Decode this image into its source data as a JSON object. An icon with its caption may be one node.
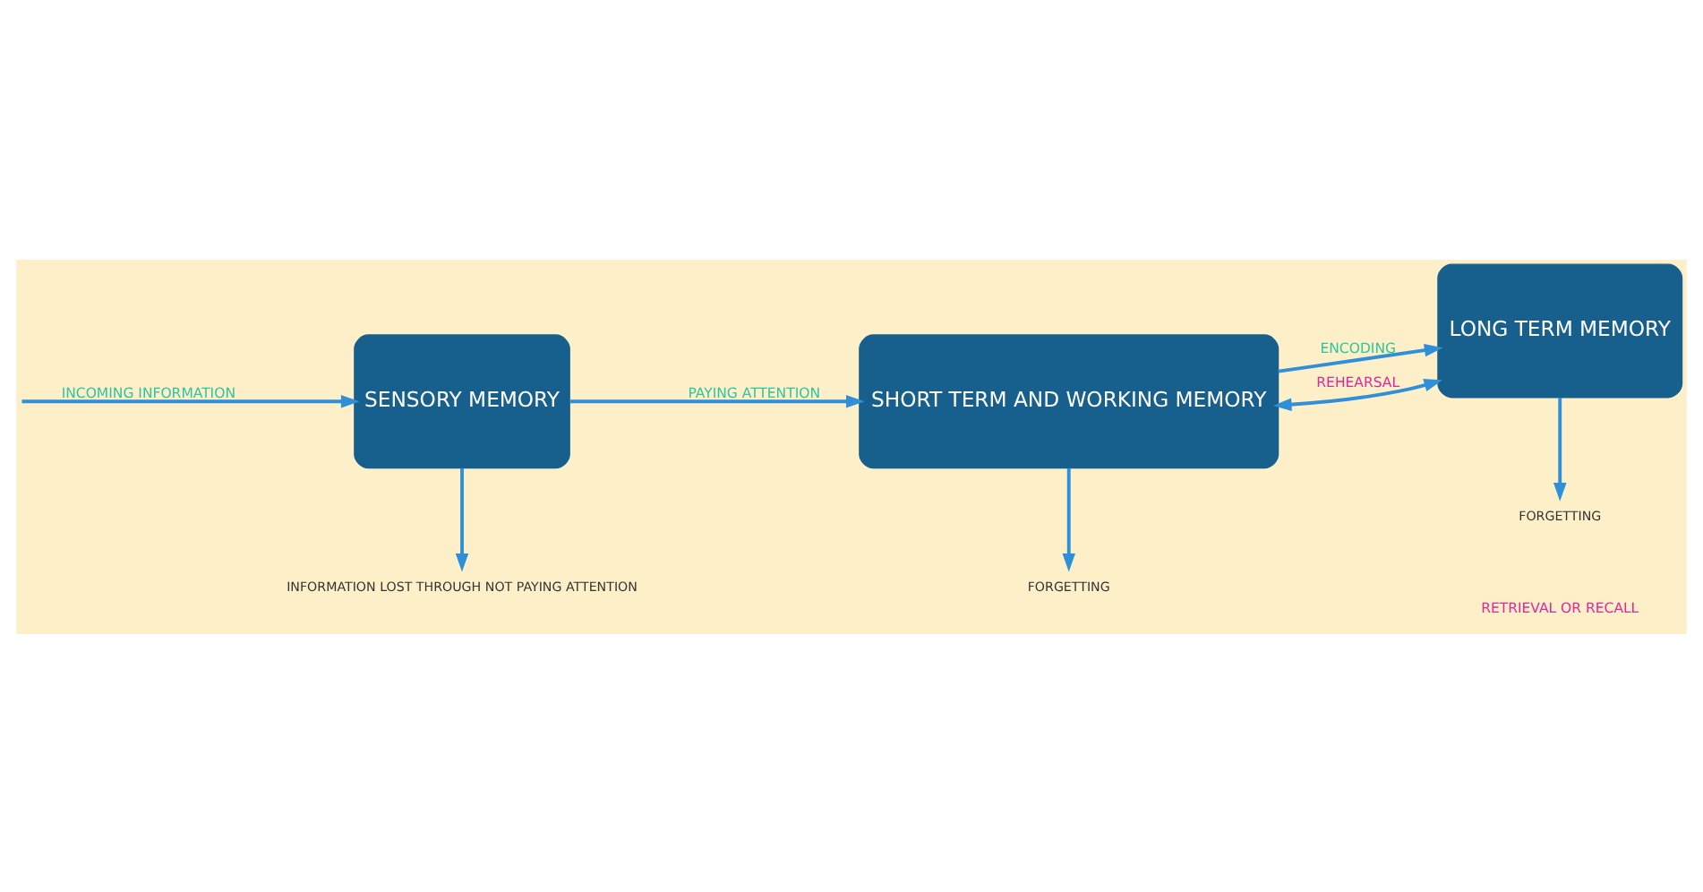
{
  "diagram": {
    "nodes": [
      {
        "text": [
          "SENSORY MEMORY"
        ]
      },
      {
        "text": [
          "SHORT TERM AND WORKING MEMORY"
        ]
      },
      {
        "text": [
          "LONG TERM MEMORY"
        ]
      },
      {
        "text": [
          "INFORMATION LOST THROUGH NOT PAYING ATTENTION"
        ]
      },
      {
        "text": [
          "FORGETTING"
        ]
      },
      {
        "text": [
          "FORGETTING"
        ]
      }
    ],
    "edges": [
      {
        "from": null,
        "to": 0,
        "arrow": "to",
        "label": "INCOMING INFORMATION"
      },
      {
        "from": 0,
        "to": 1,
        "arrow": "to",
        "label": "PAYING ATTENTION"
      },
      {
        "from": 1,
        "to": 2,
        "arrow": "to",
        "label": "ENCODING"
      },
      {
        "from": 1,
        "to": 2,
        "arrow": "both",
        "label": "REHEARSAL"
      },
      {
        "from": 0,
        "to": 3,
        "arrow": "to"
      },
      {
        "from": 1,
        "to": 4,
        "arrow": "to"
      },
      {
        "from": 2,
        "to": 5,
        "arrow": "to"
      }
    ],
    "labels": [
      "RETRIEVAL OR RECALL"
    ]
  }
}
